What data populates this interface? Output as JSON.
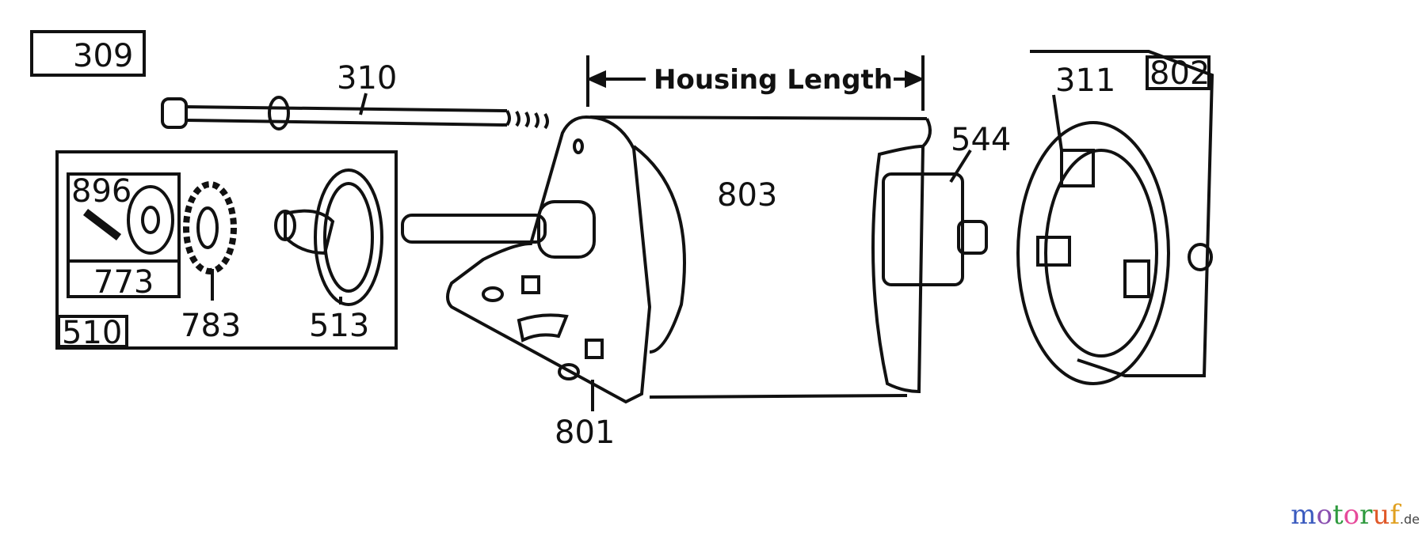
{
  "labels": {
    "p309": "309",
    "p310": "310",
    "housing": "Housing Length",
    "p802": "802",
    "p311": "311",
    "p544": "544",
    "p803": "803",
    "p896": "896",
    "p773": "773",
    "p510": "510",
    "p783": "783",
    "p513": "513",
    "p801": "801"
  },
  "logo": {
    "text": "motoruf",
    "suffix": ".de",
    "colors": [
      "#3b5bbf",
      "#8a4fb0",
      "#2e9a3e",
      "#e64a9a",
      "#2e9a3e",
      "#e0592a",
      "#e0a020"
    ]
  }
}
